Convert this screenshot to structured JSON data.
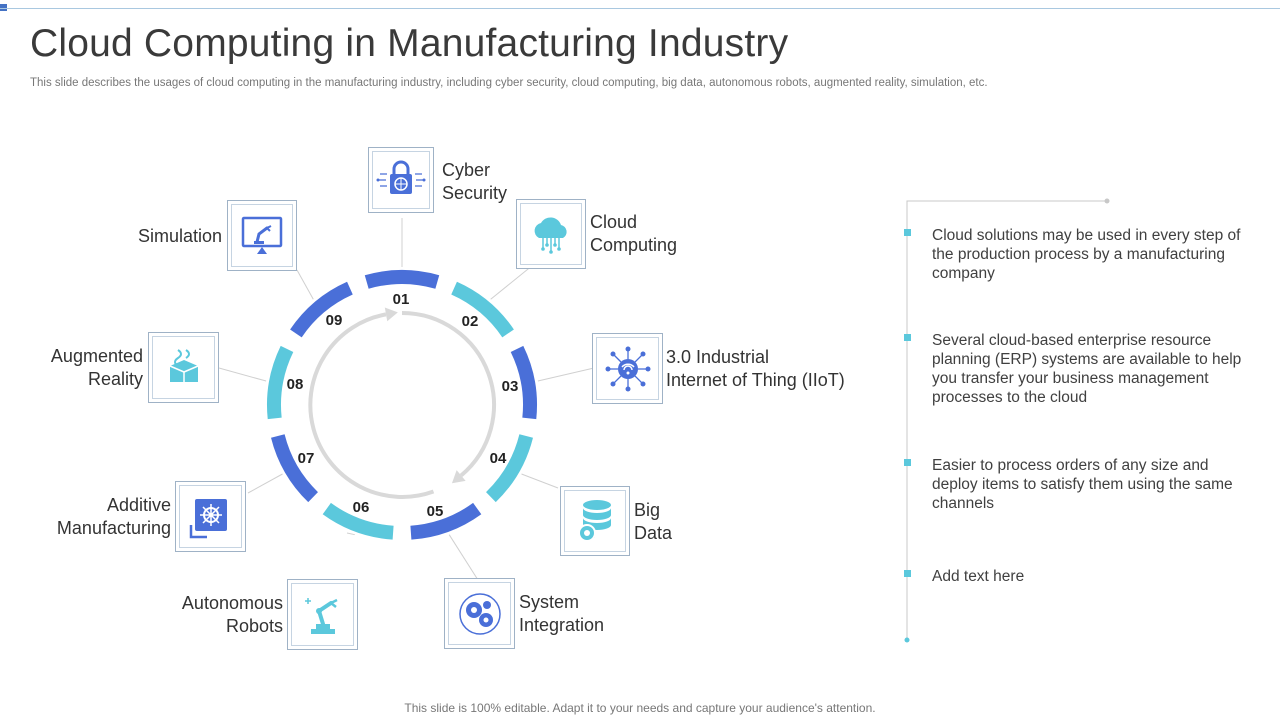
{
  "title": "Cloud Computing in Manufacturing Industry",
  "subtitle": "This slide describes the usages of cloud computing in the manufacturing industry, including cyber security, cloud computing, big data, autonomous robots, augmented reality, simulation, etc.",
  "footer": "This slide is 100% editable. Adapt it to your needs and capture your audience's attention.",
  "colors": {
    "dark_blue": "#4a6fd8",
    "light_blue": "#5bc8dc",
    "arrow_gray": "#d9d9d9",
    "text": "#333333"
  },
  "segments": [
    {
      "number": "01",
      "color": "dark_blue"
    },
    {
      "number": "02",
      "color": "light_blue"
    },
    {
      "number": "03",
      "color": "dark_blue"
    },
    {
      "number": "04",
      "color": "light_blue"
    },
    {
      "number": "05",
      "color": "dark_blue"
    },
    {
      "number": "06",
      "color": "light_blue"
    },
    {
      "number": "07",
      "color": "dark_blue"
    },
    {
      "number": "08",
      "color": "light_blue"
    },
    {
      "number": "09",
      "color": "dark_blue"
    }
  ],
  "items": [
    {
      "label": "Cyber\nSecurity",
      "icon": "lock-icon"
    },
    {
      "label": "Cloud\nComputing",
      "icon": "cloud-icon"
    },
    {
      "label": "3.0 Industrial\nInternet of Thing (IIoT)",
      "icon": "iot-network-icon"
    },
    {
      "label": "Big\nData",
      "icon": "database-gear-icon"
    },
    {
      "label": "System\nIntegration",
      "icon": "gears-icon"
    },
    {
      "label": "Autonomous\nRobots",
      "icon": "robot-arm-icon"
    },
    {
      "label": "Additive\nManufacturing",
      "icon": "3d-printer-icon"
    },
    {
      "label": "Augmented\nReality",
      "icon": "ar-headset-icon"
    },
    {
      "label": "Simulation",
      "icon": "monitor-robot-icon"
    }
  ],
  "bullets": [
    "Cloud solutions may be used in every step of the production process by a manufacturing  company",
    "Several cloud-based enterprise resource planning (ERP) systems are available to help you transfer your business management processes to the cloud",
    "Easier to process orders of any size and deploy items to satisfy them using the same channels",
    "Add text here"
  ]
}
